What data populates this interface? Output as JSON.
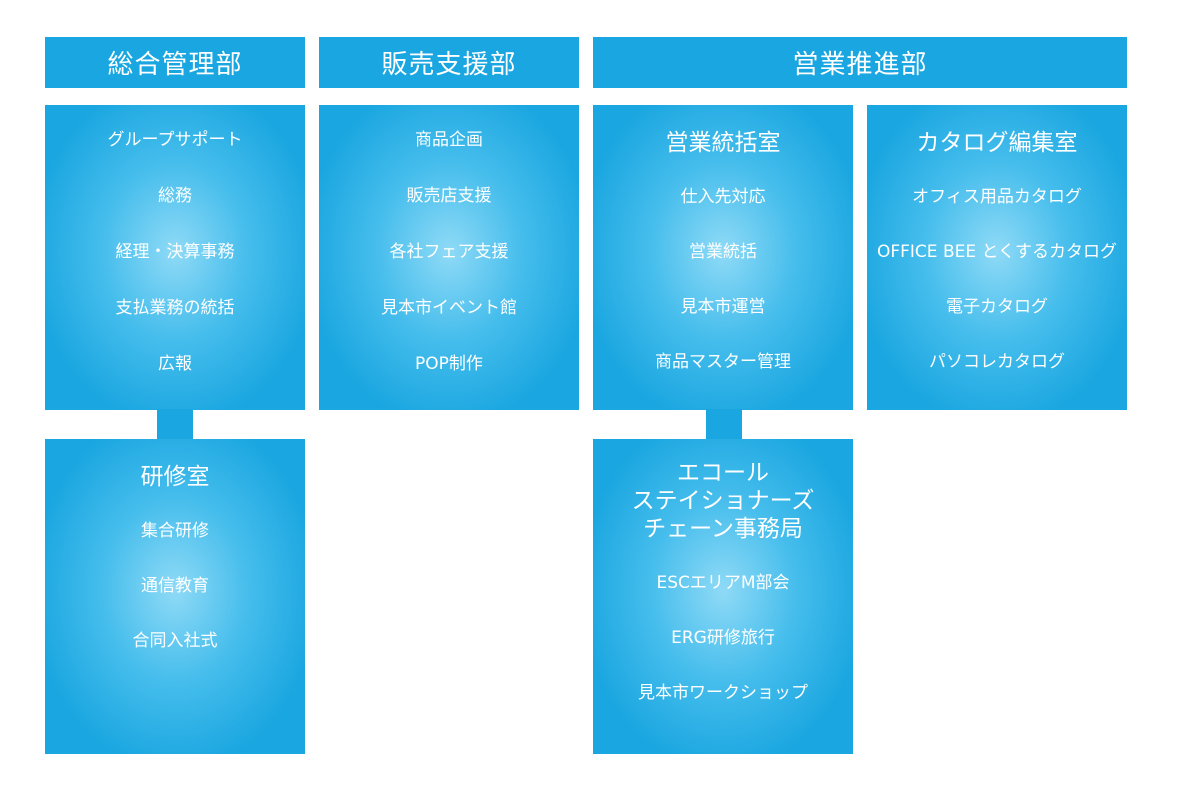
{
  "departments": {
    "sogo": {
      "label": "総合管理部"
    },
    "hanbai": {
      "label": "販売支援部"
    },
    "eigyo": {
      "label": "営業推進部"
    }
  },
  "sogo_box": {
    "items": [
      "グループサポート",
      "総務",
      "経理・決算事務",
      "支払業務の統括",
      "広報"
    ]
  },
  "kenshu_box": {
    "title": "研修室",
    "items": [
      "集合研修",
      "通信教育",
      "合同入社式"
    ]
  },
  "hanbai_box": {
    "items": [
      "商品企画",
      "販売店支援",
      "各社フェア支援",
      "見本市イベント館",
      "POP制作"
    ]
  },
  "eigyo_tokatsu_box": {
    "title": "営業統括室",
    "items": [
      "仕入先対応",
      "営業統括",
      "見本市運営",
      "商品マスター管理"
    ]
  },
  "catalog_box": {
    "title": "カタログ編集室",
    "items": [
      "オフィス用品カタログ",
      "OFFICE BEE とくするカタログ",
      "電子カタログ",
      "パソコレカタログ"
    ]
  },
  "ecole_box": {
    "title_lines": [
      "エコール",
      "ステイショナーズ",
      "チェーン事務局"
    ],
    "items": [
      "ESCエリアM部会",
      "ERG研修旅行",
      "見本市ワークショップ"
    ]
  },
  "colors": {
    "primary": "#1aa6e0",
    "glow": "#8fdaf6",
    "text": "#ffffff"
  }
}
